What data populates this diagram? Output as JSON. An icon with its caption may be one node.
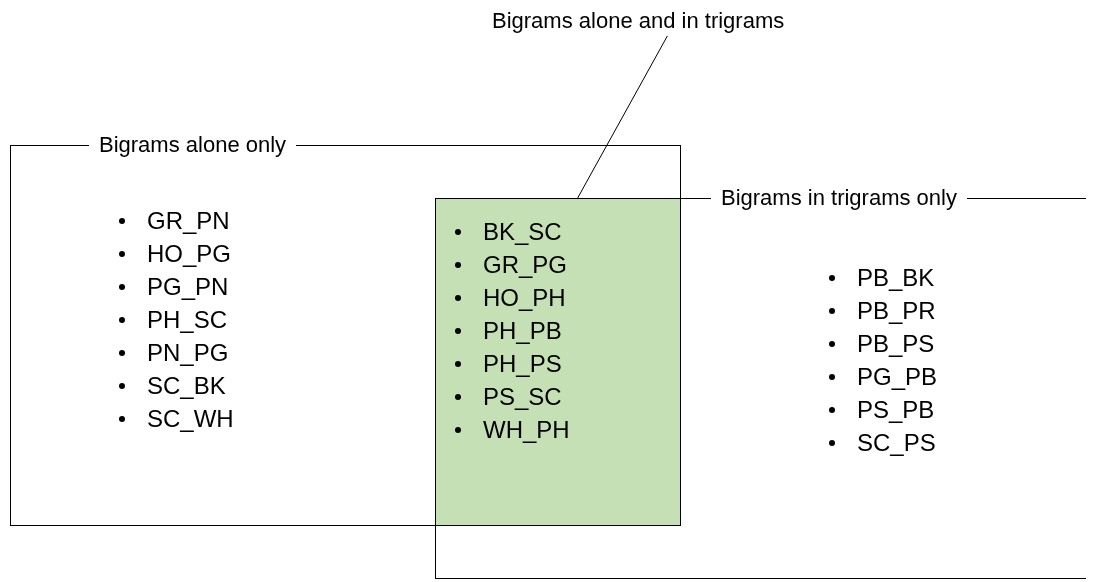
{
  "diagram": {
    "nodes": [
      {
        "text": [
          "Bigrams alone only",
          "GR_PN",
          "HO_PG",
          "PG_PN",
          "PH_SC",
          "PN_PG",
          "SC_BK",
          "SC_WH"
        ]
      },
      {
        "text": [
          "Bigrams in trigrams only",
          "PB_BK",
          "PB_PR",
          "PB_PS",
          "PG_PB",
          "PS_PB",
          "SC_PS"
        ]
      },
      {
        "text": [
          "BK_SC",
          "GR_PG",
          "HO_PH",
          "PH_PB",
          "PH_PS",
          "PS_SC",
          "WH_PH"
        ]
      },
      {
        "text": [
          "Bigrams alone and in trigrams"
        ]
      }
    ],
    "edges": [
      {
        "from": 3,
        "to": 2,
        "arrow": "none"
      }
    ]
  }
}
